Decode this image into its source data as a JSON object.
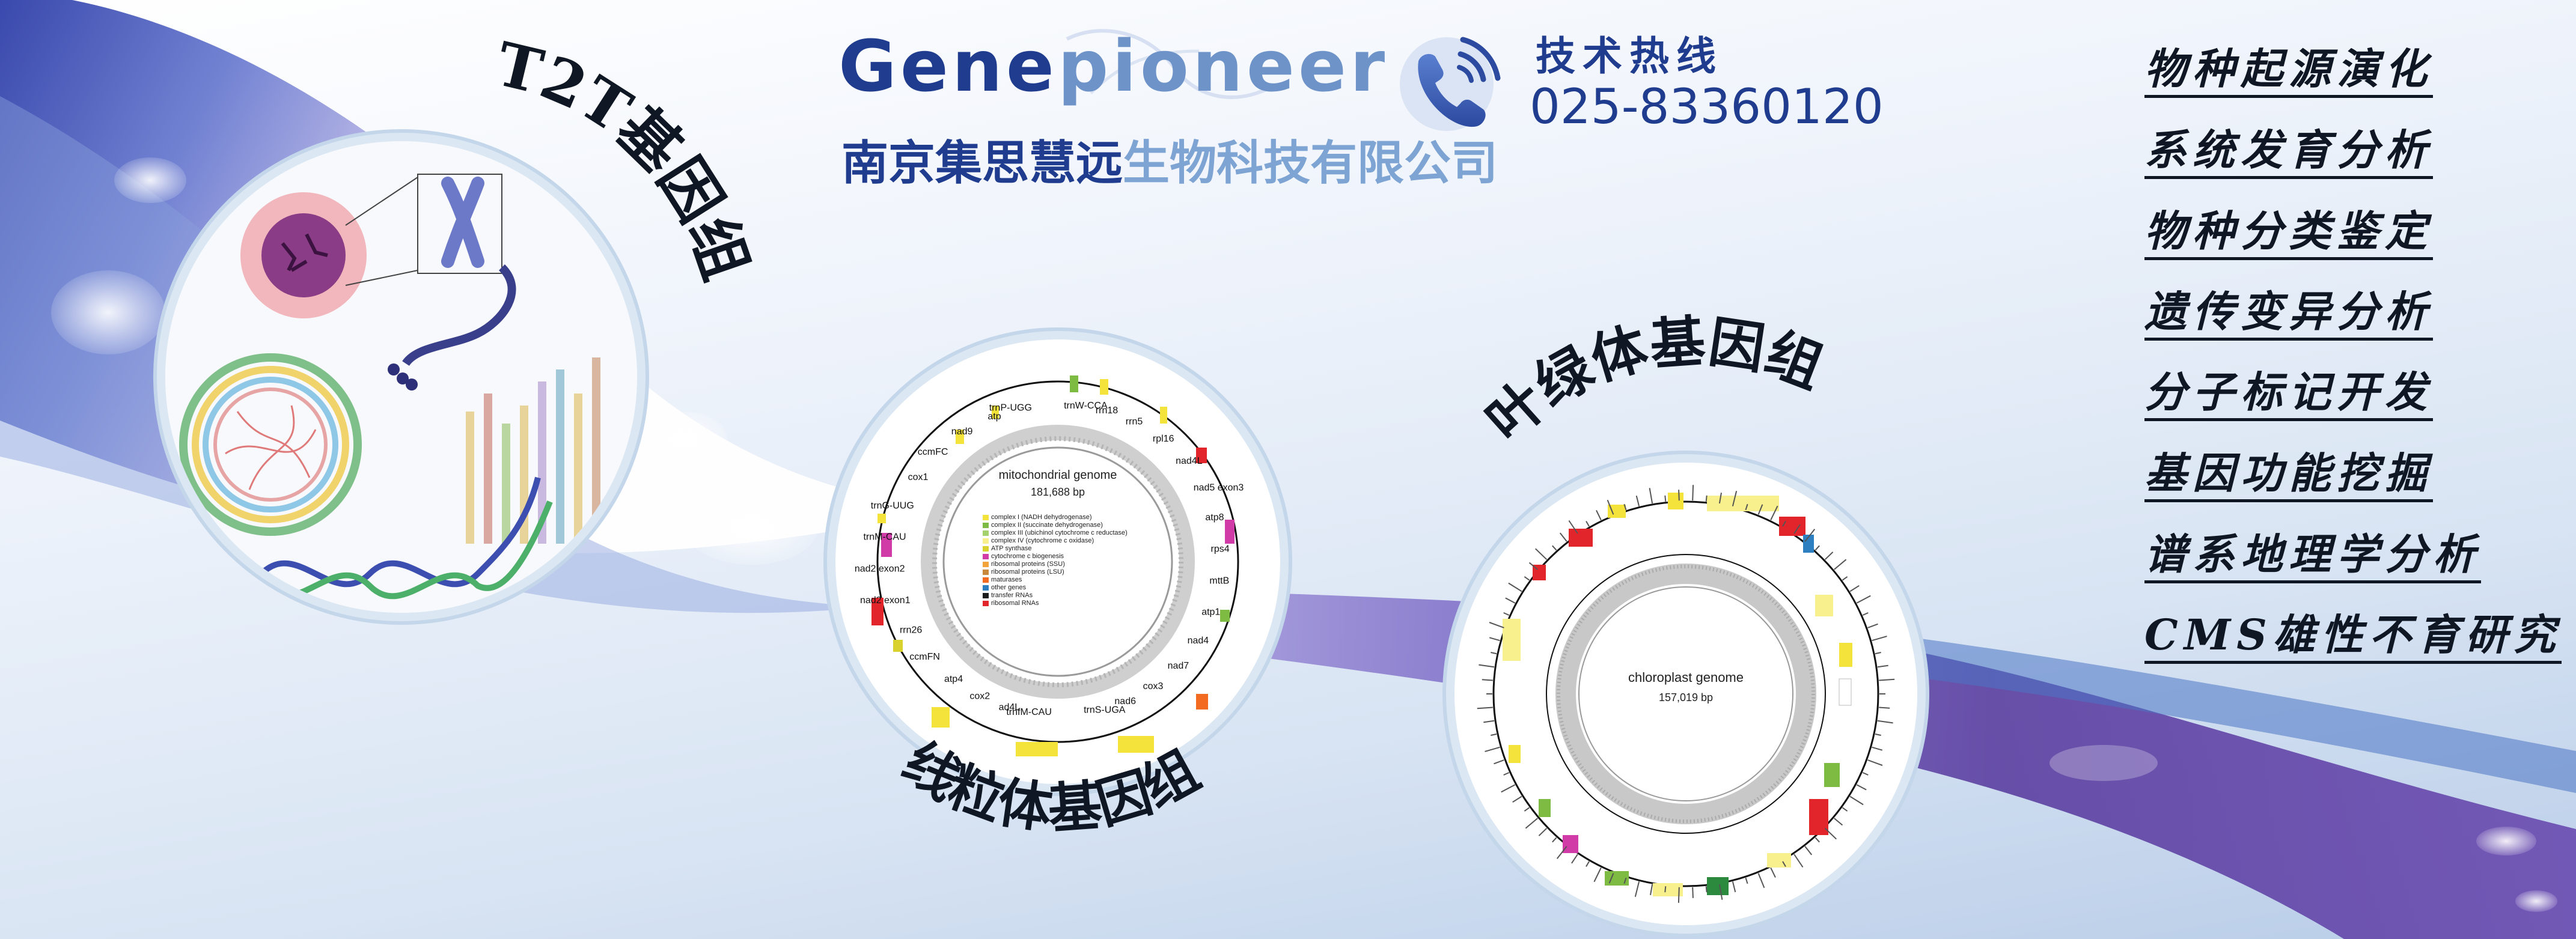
{
  "logo": {
    "part1": "Gene",
    "part2": "pioneer"
  },
  "company": {
    "part1": "南京集思慧远",
    "part2": "生物科技有限公司"
  },
  "hotline": {
    "label": "技术热线",
    "number": "025-83360120"
  },
  "services": [
    "物种起源演化",
    "系统发育分析",
    "物种分类鉴定",
    "遗传变异分析",
    "分子标记开发",
    "基因功能挖掘",
    "谱系地理学分析",
    "CMS雄性不育研究"
  ],
  "titles": {
    "t2t": "T2T基因组",
    "mito": "线粒体基因组",
    "chloro": "叶绿体基因组"
  },
  "mito_map": {
    "name": "mitochondrial genome",
    "size": "181,688 bp",
    "legend": [
      {
        "label": "complex I (NADH dehydrogenase)",
        "color": "#f4e33a"
      },
      {
        "label": "complex II (succinate dehydrogenase)",
        "color": "#7dbb42"
      },
      {
        "label": "complex III (ubichinol cytochrome c reductase)",
        "color": "#a4d16b"
      },
      {
        "label": "complex IV (cytochrome c oxidase)",
        "color": "#f8f08c"
      },
      {
        "label": "ATP synthase",
        "color": "#d9d22e"
      },
      {
        "label": "cytochrome c biogenesis",
        "color": "#d13ba7"
      },
      {
        "label": "ribosomal proteins (SSU)",
        "color": "#f2a33a"
      },
      {
        "label": "ribosomal proteins (LSU)",
        "color": "#c88a3a"
      },
      {
        "label": "maturases",
        "color": "#f26b21"
      },
      {
        "label": "other genes",
        "color": "#2e7fbf"
      },
      {
        "label": "transfer RNAs",
        "color": "#1b1b1b"
      },
      {
        "label": "ribosomal RNAs",
        "color": "#e2242b"
      }
    ],
    "genes": [
      "cox2",
      "atp4",
      "ccmFN",
      "rrn26",
      "nad2 exon1",
      "nad2 exon2",
      "trnM-CAU",
      "trnG-UUG",
      "cox1",
      "ccmFC",
      "nad9",
      "atp",
      "trnP-UGG",
      "trnW-CCA",
      "rrn18",
      "rrn5",
      "rpl16",
      "nad4L",
      "nad5 exon3",
      "atp8",
      "rps4",
      "mttB",
      "atp1",
      "nad4",
      "nad7",
      "cox3",
      "nad6",
      "trnS-UGA",
      "trnfM-CAU",
      "ad4L"
    ]
  },
  "chloro_map": {
    "name": "chloroplast genome",
    "size": "157,019 bp"
  },
  "colors": {
    "brand_dark": "#1f3c8f",
    "brand_light": "#7ea4d4",
    "wave_purple": "#5a3c9c",
    "wave_blue": "#2f55b4"
  }
}
